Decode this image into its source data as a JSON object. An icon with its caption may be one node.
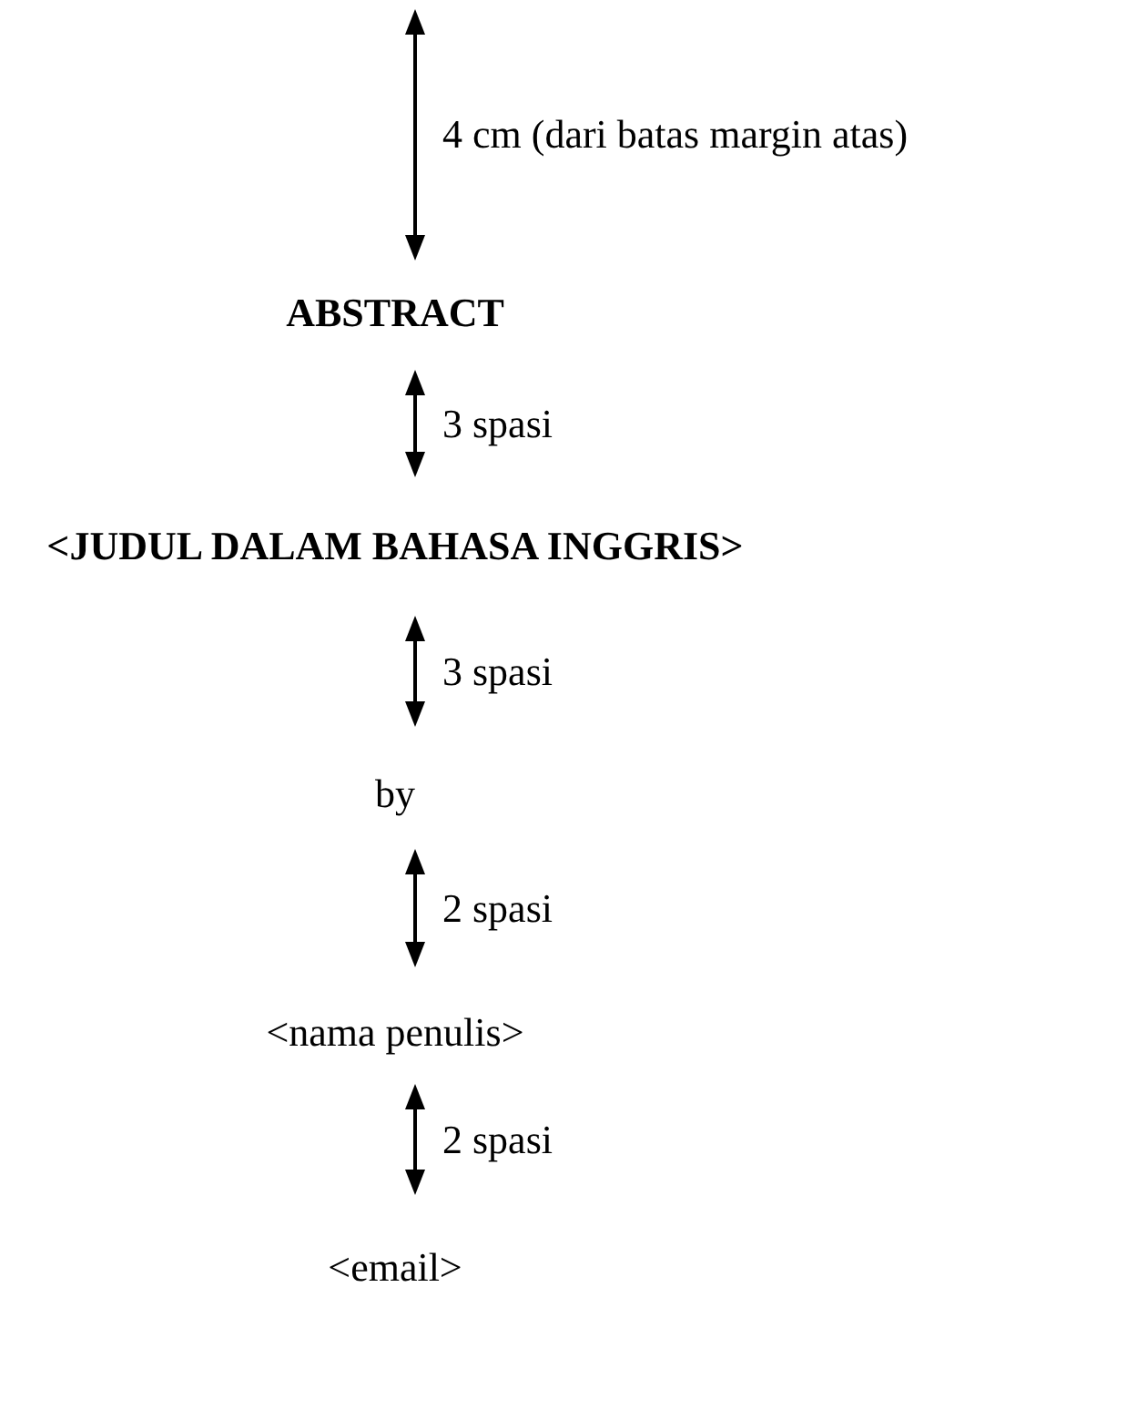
{
  "diagram": {
    "labels": [
      "4 cm (dari batas margin atas)",
      "ABSTRACT",
      "3 spasi",
      "<JUDUL DALAM BAHASA INGGRIS>",
      "3 spasi",
      "by",
      "2 spasi",
      "<nama penulis>",
      "2 spasi",
      "<email>"
    ]
  }
}
